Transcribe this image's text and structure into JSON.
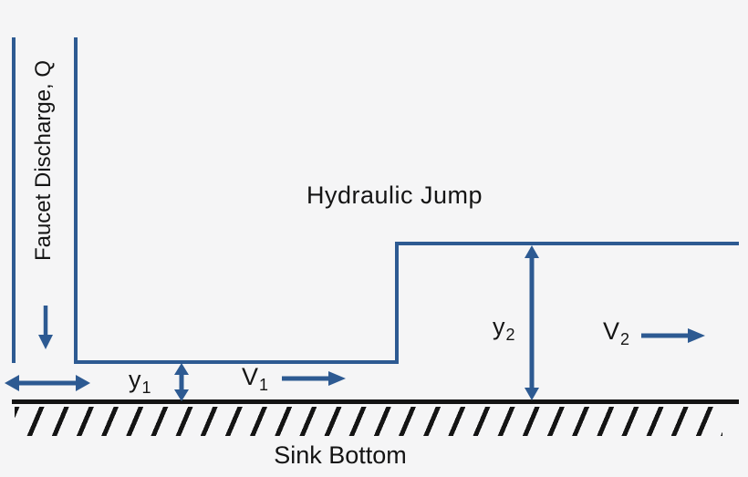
{
  "diagram": {
    "title": "Hydraulic Jump",
    "faucet_label": "Faucet Discharge, Q",
    "sink_label": "Sink Bottom",
    "measurements": {
      "y1": {
        "base": "y",
        "sub": "1"
      },
      "v1": {
        "base": "V",
        "sub": "1"
      },
      "y2": {
        "base": "y",
        "sub": "2"
      },
      "v2": {
        "base": "V",
        "sub": "2"
      }
    },
    "colors": {
      "water_blue": "#2D5A92",
      "ink_black": "#141414",
      "background": "#F5F5F6"
    }
  }
}
